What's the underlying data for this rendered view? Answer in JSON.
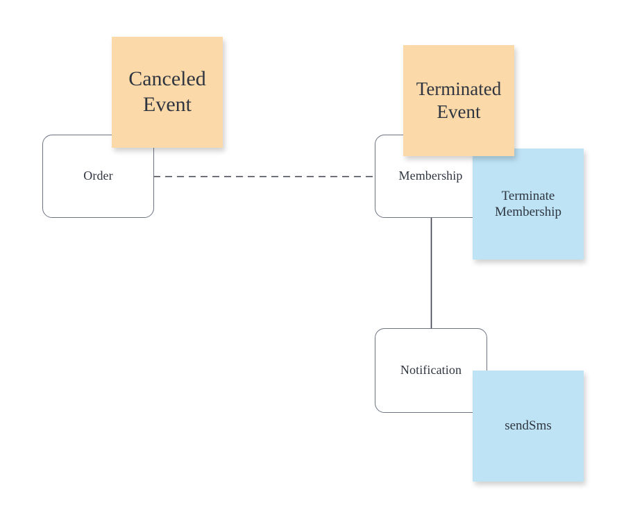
{
  "diagram": {
    "type": "event-storming-board",
    "background_color": "#ffffff",
    "palette": {
      "event_note": "#fcd9a8",
      "command_note": "#bde3f5",
      "box_border": "#6b7280",
      "box_fill": "#ffffff",
      "text": "#2f3540",
      "connector": "#3a3f4a"
    },
    "aggregates": [
      {
        "id": "order",
        "label": "Order"
      },
      {
        "id": "membership",
        "label": "Membership"
      },
      {
        "id": "notification",
        "label": "Notification"
      }
    ],
    "events": [
      {
        "id": "canceled-event",
        "label": "Canceled Event",
        "line1": "Canceled",
        "line2": "Event"
      },
      {
        "id": "terminated-event",
        "label": "Terminated Event",
        "line1": "Terminated",
        "line2": "Event"
      }
    ],
    "commands": [
      {
        "id": "terminate-membership",
        "label": "Terminate Membership",
        "line1": "Terminate",
        "line2": "Membership"
      },
      {
        "id": "send-sms",
        "label": "sendSms",
        "line1": "sendSms",
        "line2": ""
      }
    ],
    "connectors": [
      {
        "id": "order-to-membership",
        "from": "order",
        "to": "membership",
        "style": "dashed",
        "orientation": "horizontal"
      },
      {
        "id": "membership-to-notification",
        "from": "membership",
        "to": "notification",
        "style": "solid",
        "orientation": "vertical"
      }
    ]
  }
}
